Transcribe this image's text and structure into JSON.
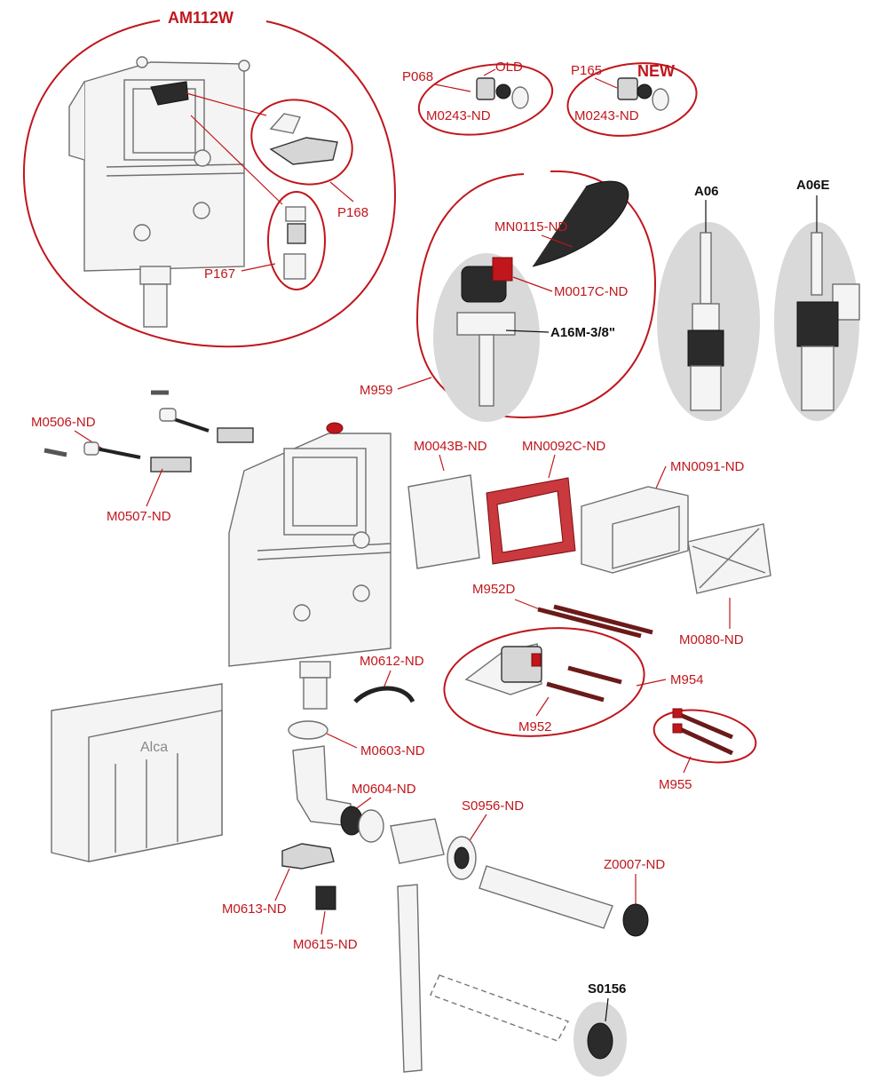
{
  "labels": {
    "am112w": "AM112W",
    "p168": "P168",
    "p167": "P167",
    "p068": "P068",
    "old": "OLD",
    "m0243_old": "M0243-ND",
    "p165": "P165",
    "new": "NEW",
    "m0243_new": "M0243-ND",
    "a06": "A06",
    "a06e": "A06E",
    "mn0115": "MN0115-ND",
    "m0017c": "M0017C-ND",
    "a16m": "A16M-3/8\"",
    "m959": "M959",
    "m0506": "M0506-ND",
    "m0507": "M0507-ND",
    "m0043b": "M0043B-ND",
    "mn0092c": "MN0092C-ND",
    "mn0091": "MN0091-ND",
    "m952d": "M952D",
    "m0080": "M0080-ND",
    "m0612": "M0612-ND",
    "m954": "M954",
    "m952": "M952",
    "m955": "M955",
    "m0603": "M0603-ND",
    "m0604": "M0604-ND",
    "s0956": "S0956-ND",
    "z0007": "Z0007-ND",
    "m0613": "M0613-ND",
    "m0615": "M0615-ND",
    "s0156": "S0156",
    "brand": "Alca"
  },
  "colors": {
    "accent_red": "#c0161c",
    "outline_grey": "#6f6f6f",
    "highlight_grey": "#d9d9d9"
  }
}
